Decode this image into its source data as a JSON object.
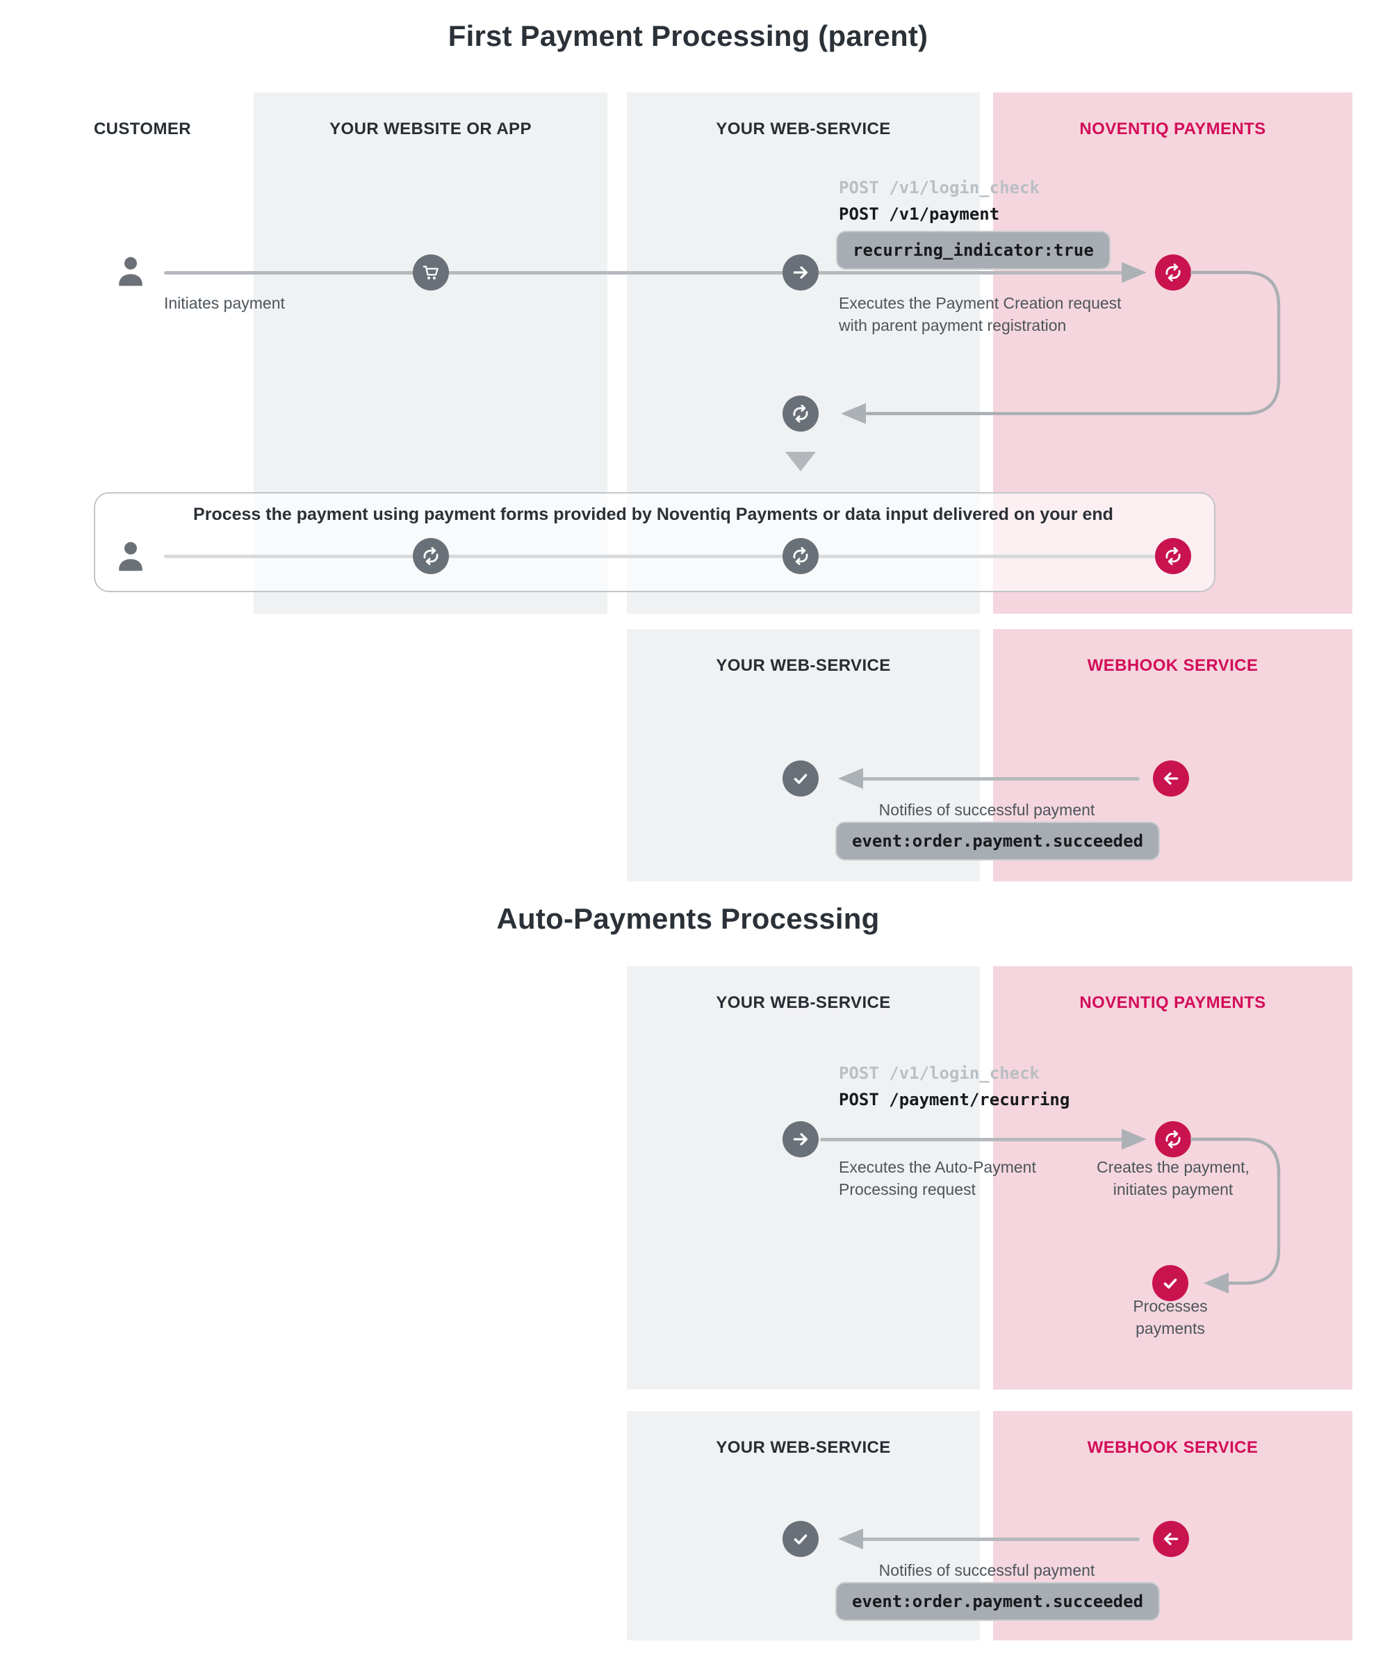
{
  "colors": {
    "column_gray": "#f0f1f3",
    "column_pink": "#f5d6de",
    "crimson_icon": "#c8134f",
    "crimson_text": "#d30d59",
    "slate_icon": "#697077",
    "line_gray": "#b5b9bd",
    "badge_bg": "#a7adb2"
  },
  "first": {
    "title": "First Payment Processing (parent)",
    "columns": {
      "customer": "CUSTOMER",
      "website": "YOUR WEBSITE OR APP",
      "webservice": "YOUR WEB-SERVICE",
      "noventiq": "NOVENTIQ PAYMENTS"
    },
    "code": {
      "line1": "POST /v1/login_check",
      "line2": "POST /v1/payment",
      "badge": "recurring_indicator:true"
    },
    "labels": {
      "initiates": "Initiates payment",
      "executes1": "Executes the Payment Creation request",
      "executes2": "with parent payment registration"
    },
    "band_text": "Process the payment using  payment forms provided by Noventiq Payments or data input delivered on your end",
    "webhook": {
      "webservice": "YOUR WEB-SERVICE",
      "service": "WEBHOOK SERVICE",
      "notify": "Notifies of successful payment",
      "badge": "event:order.payment.succeeded"
    }
  },
  "auto": {
    "title": "Auto-Payments Processing",
    "columns": {
      "webservice": "YOUR WEB-SERVICE",
      "noventiq": "NOVENTIQ PAYMENTS"
    },
    "code": {
      "line1": "POST /v1/login_check",
      "line2": "POST /payment/recurring"
    },
    "labels": {
      "executes1": "Executes the Auto-Payment",
      "executes2": "Processing request",
      "creates1": "Creates the payment,",
      "creates2": "initiates payment",
      "processes1": "Processes",
      "processes2": "payments"
    },
    "webhook": {
      "webservice": "YOUR WEB-SERVICE",
      "service": "WEBHOOK SERVICE",
      "notify": "Notifies of successful payment",
      "badge": "event:order.payment.succeeded"
    }
  }
}
